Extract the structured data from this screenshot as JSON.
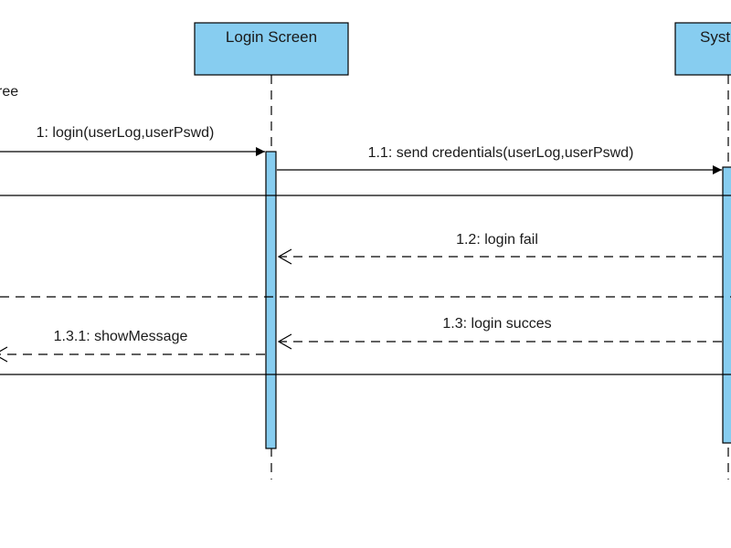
{
  "colors": {
    "lifeline_fill": "#87cdf0",
    "line": "#000000",
    "background": "#ffffff"
  },
  "lifelines": [
    {
      "name": "Login Screen"
    },
    {
      "name": "Syst"
    }
  ],
  "fragment": {
    "condition_fragment": "ree"
  },
  "messages": [
    {
      "label": "1: login(userLog,userPswd)",
      "kind": "sync"
    },
    {
      "label": "1.1: send credentials(userLog,userPswd)",
      "kind": "sync"
    },
    {
      "label": "1.2: login fail",
      "kind": "return"
    },
    {
      "label": "1.3: login succes",
      "kind": "return"
    },
    {
      "label": "1.3.1: showMessage",
      "kind": "return"
    }
  ]
}
